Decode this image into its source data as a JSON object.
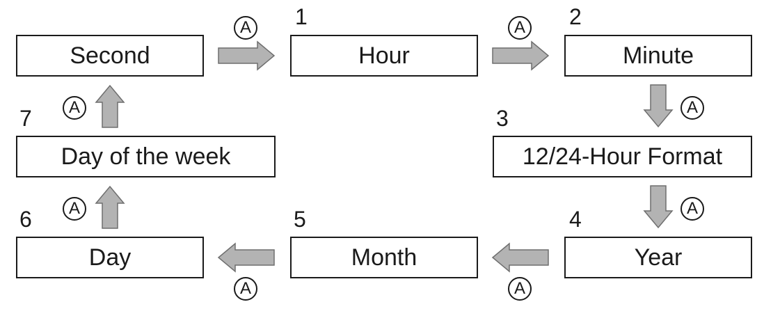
{
  "steps": [
    {
      "id": "second",
      "label": "Second",
      "number": ""
    },
    {
      "id": "hour",
      "label": "Hour",
      "number": "1"
    },
    {
      "id": "minute",
      "label": "Minute",
      "number": "2"
    },
    {
      "id": "format",
      "label": "12/24-Hour Format",
      "number": "3"
    },
    {
      "id": "year",
      "label": "Year",
      "number": "4"
    },
    {
      "id": "month",
      "label": "Month",
      "number": "5"
    },
    {
      "id": "day",
      "label": "Day",
      "number": "6"
    },
    {
      "id": "weekday",
      "label": "Day of the week",
      "number": "7"
    }
  ],
  "button_label": "A",
  "arrow_color": "#b3b3b3"
}
